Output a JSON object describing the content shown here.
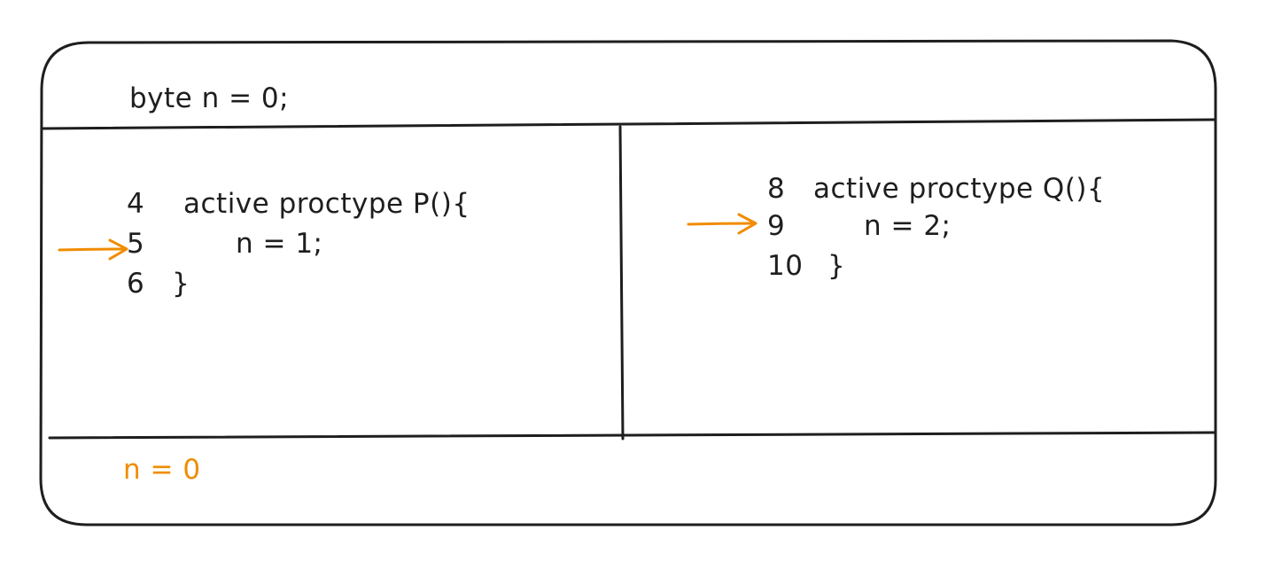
{
  "global": {
    "declaration": "byte n = 0;"
  },
  "process_p": {
    "lines": [
      {
        "num": "4",
        "code": "active proctype P(){"
      },
      {
        "num": "5",
        "code": "n = 1;"
      },
      {
        "num": "6",
        "code": "}"
      }
    ],
    "current_line": "5"
  },
  "process_q": {
    "lines": [
      {
        "num": "8",
        "code": "active proctype Q(){"
      },
      {
        "num": "9",
        "code": "n = 2;"
      },
      {
        "num": "10",
        "code": "}"
      }
    ],
    "current_line": "9"
  },
  "state": {
    "value": "n = 0"
  },
  "colors": {
    "stroke": "#1e1e1e",
    "accent": "#f08c00",
    "background": "#ffffff"
  }
}
